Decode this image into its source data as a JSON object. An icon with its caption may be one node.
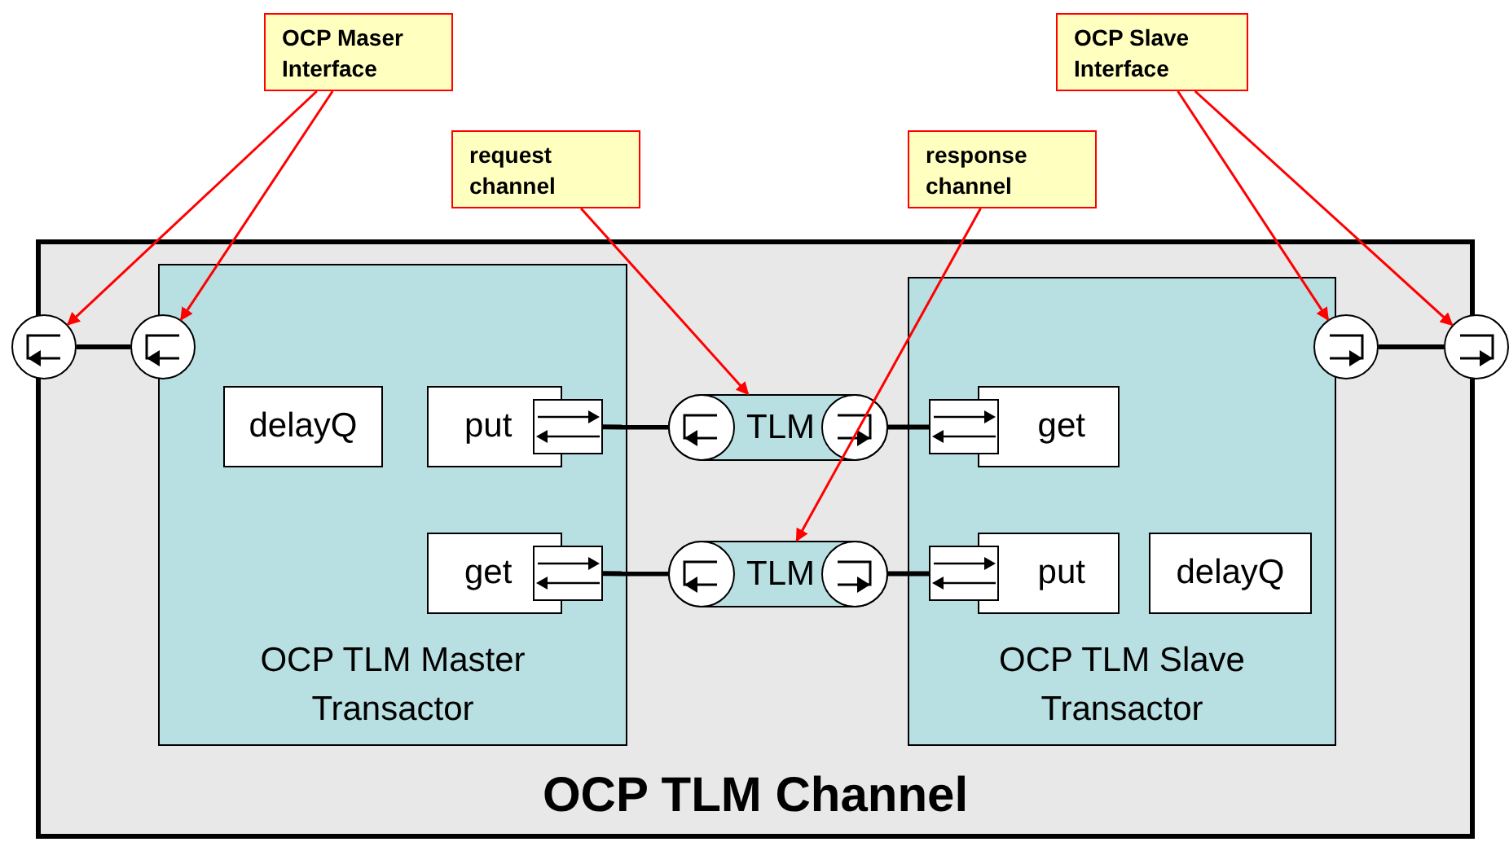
{
  "diagram": {
    "nodes": [
      {
        "text": [
          "OCP TLM Channel"
        ]
      },
      {
        "text": [
          "OCP TLM Master Transactor"
        ],
        "in": 0
      },
      {
        "text": [
          "OCP TLM Slave Transactor"
        ],
        "in": 0
      },
      {
        "text": [
          "delayQ"
        ],
        "in": 1
      },
      {
        "text": [
          "put"
        ],
        "in": 1
      },
      {
        "text": [
          "get"
        ],
        "in": 1
      },
      {
        "text": [
          "get"
        ],
        "in": 2
      },
      {
        "text": [
          "put"
        ],
        "in": 2
      },
      {
        "text": [
          "delayQ"
        ],
        "in": 2
      },
      {
        "text": [
          "TLM"
        ],
        "in": 0
      },
      {
        "text": [
          "TLM"
        ],
        "in": 0
      },
      {
        "text": [],
        "shape": "circle"
      },
      {
        "text": [],
        "shape": "circle",
        "in": 0
      },
      {
        "text": [],
        "shape": "circle",
        "in": 0
      },
      {
        "text": [],
        "shape": "circle"
      },
      {
        "text": [
          "OCP Maser Interface"
        ]
      },
      {
        "text": [
          "request channel"
        ]
      },
      {
        "text": [
          "response channel"
        ]
      },
      {
        "text": [
          "OCP Slave Interface"
        ]
      }
    ],
    "edges": [
      {
        "from": 11,
        "to": 12,
        "arrow": "none",
        "style": "thick"
      },
      {
        "from": 4,
        "to": 9,
        "arrow": "none",
        "style": "thick"
      },
      {
        "from": 9,
        "to": 6,
        "arrow": "none",
        "style": "thick"
      },
      {
        "from": 5,
        "to": 10,
        "arrow": "none",
        "style": "thick"
      },
      {
        "from": 10,
        "to": 7,
        "arrow": "none",
        "style": "thick"
      },
      {
        "from": 13,
        "to": 14,
        "arrow": "none",
        "style": "thick"
      },
      {
        "from": 15,
        "to": 11,
        "arrow": "to",
        "color": "#ff0000"
      },
      {
        "from": 15,
        "to": 12,
        "arrow": "to",
        "color": "#ff0000"
      },
      {
        "from": 16,
        "to": 9,
        "arrow": "to",
        "color": "#ff0000"
      },
      {
        "from": 17,
        "to": 10,
        "arrow": "to",
        "color": "#ff0000"
      },
      {
        "from": 18,
        "to": 13,
        "arrow": "to",
        "color": "#ff0000"
      },
      {
        "from": 18,
        "to": 14,
        "arrow": "to",
        "color": "#ff0000"
      }
    ]
  }
}
